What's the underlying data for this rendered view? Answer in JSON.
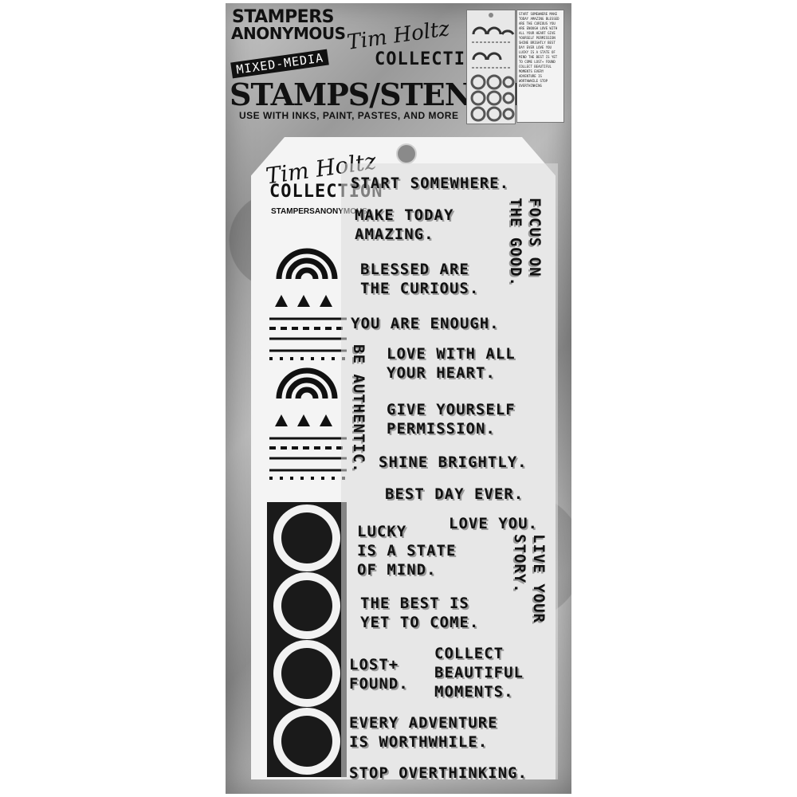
{
  "packaging": {
    "brand_line1": "STAMPERS",
    "brand_line2": "ANONYMOUS",
    "signature": "Tim Holtz",
    "collection": "COLLECTION",
    "mixed_media": "MIXED-MEDIA",
    "product_type": "STAMPS/STENCIL",
    "tagline": "USE WITH INKS, PAINT, PASTES, AND MORE"
  },
  "tag": {
    "signature": "Tim Holtz",
    "collection": "COLLECTION",
    "website": "STAMPERSANONYMOUS"
  },
  "phrases": {
    "p1": "START SOMEWHERE.",
    "p2": "MAKE TODAY\nAMAZING.",
    "p3": "BLESSED ARE\nTHE CURIOUS.",
    "p4": "YOU ARE ENOUGH.",
    "p5": "LOVE WITH ALL\nYOUR HEART.",
    "p6": "GIVE YOURSELF\nPERMISSION.",
    "p7": "SHINE BRIGHTLY.",
    "p8": "BEST DAY EVER.",
    "p9": "LOVE YOU.",
    "p10": "LUCKY\nIS A STATE\nOF MIND.",
    "p11": "THE BEST IS\nYET TO COME.",
    "p12": "LOST+\nFOUND.",
    "p13": "COLLECT\nBEAUTIFUL\nMOMENTS.",
    "p14": "EVERY ADVENTURE\nIS WORTHWHILE.",
    "p15": "STOP OVERTHINKING.",
    "v1": "FOCUS ON\nTHE GOOD.",
    "v2": "BE AUTHENTIC.",
    "v3": "LIVE YOUR\nSTORY."
  },
  "thumb_text": "START SOMEWHERE MAKE TODAY AMAZING BLESSED ARE THE CURIOUS YOU ARE ENOUGH LOVE WITH ALL YOUR HEART GIVE YOURSELF PERMISSION SHINE BRIGHTLY BEST DAY EVER LOVE YOU LUCKY IS A STATE OF MIND THE BEST IS YET TO COME LOST+ FOUND COLLECT BEAUTIFUL MOMENTS EVERY ADVENTURE IS WORTHWHILE STOP OVERTHINKING"
}
